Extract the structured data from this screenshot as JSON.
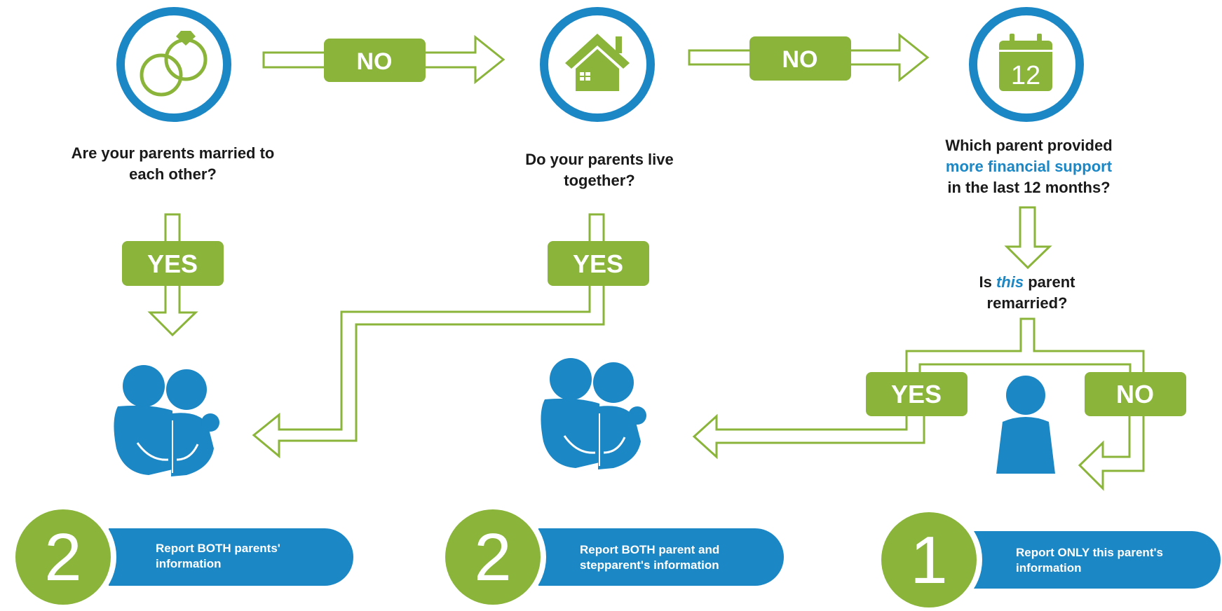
{
  "questions": {
    "married": "Are your parents married to each other?",
    "live_together": "Do your parents live together?",
    "support_line1": "Which parent provided",
    "support_highlight": "more financial support",
    "support_line3": "in the last 12 months?",
    "remarried_prefix": "Is ",
    "remarried_emph": "this",
    "remarried_suffix": " parent remarried?"
  },
  "labels": {
    "no_1": "NO",
    "no_2": "NO",
    "yes_1": "YES",
    "yes_2": "YES",
    "yes_3": "YES",
    "no_3": "NO"
  },
  "calendar_day": "12",
  "results": [
    {
      "count": "2",
      "text": "Report BOTH parents' information"
    },
    {
      "count": "2",
      "text": "Report BOTH parent and stepparent's information"
    },
    {
      "count": "1",
      "text": "Report ONLY this parent's information"
    }
  ],
  "icons": [
    "rings-icon",
    "house-icon",
    "calendar-icon",
    "couple-icon",
    "couple-icon",
    "single-parent-icon"
  ],
  "colors": {
    "green": "#8ab43a",
    "blue": "#1b87c5",
    "text": "#1a1a1a",
    "background": "#ffffff"
  }
}
